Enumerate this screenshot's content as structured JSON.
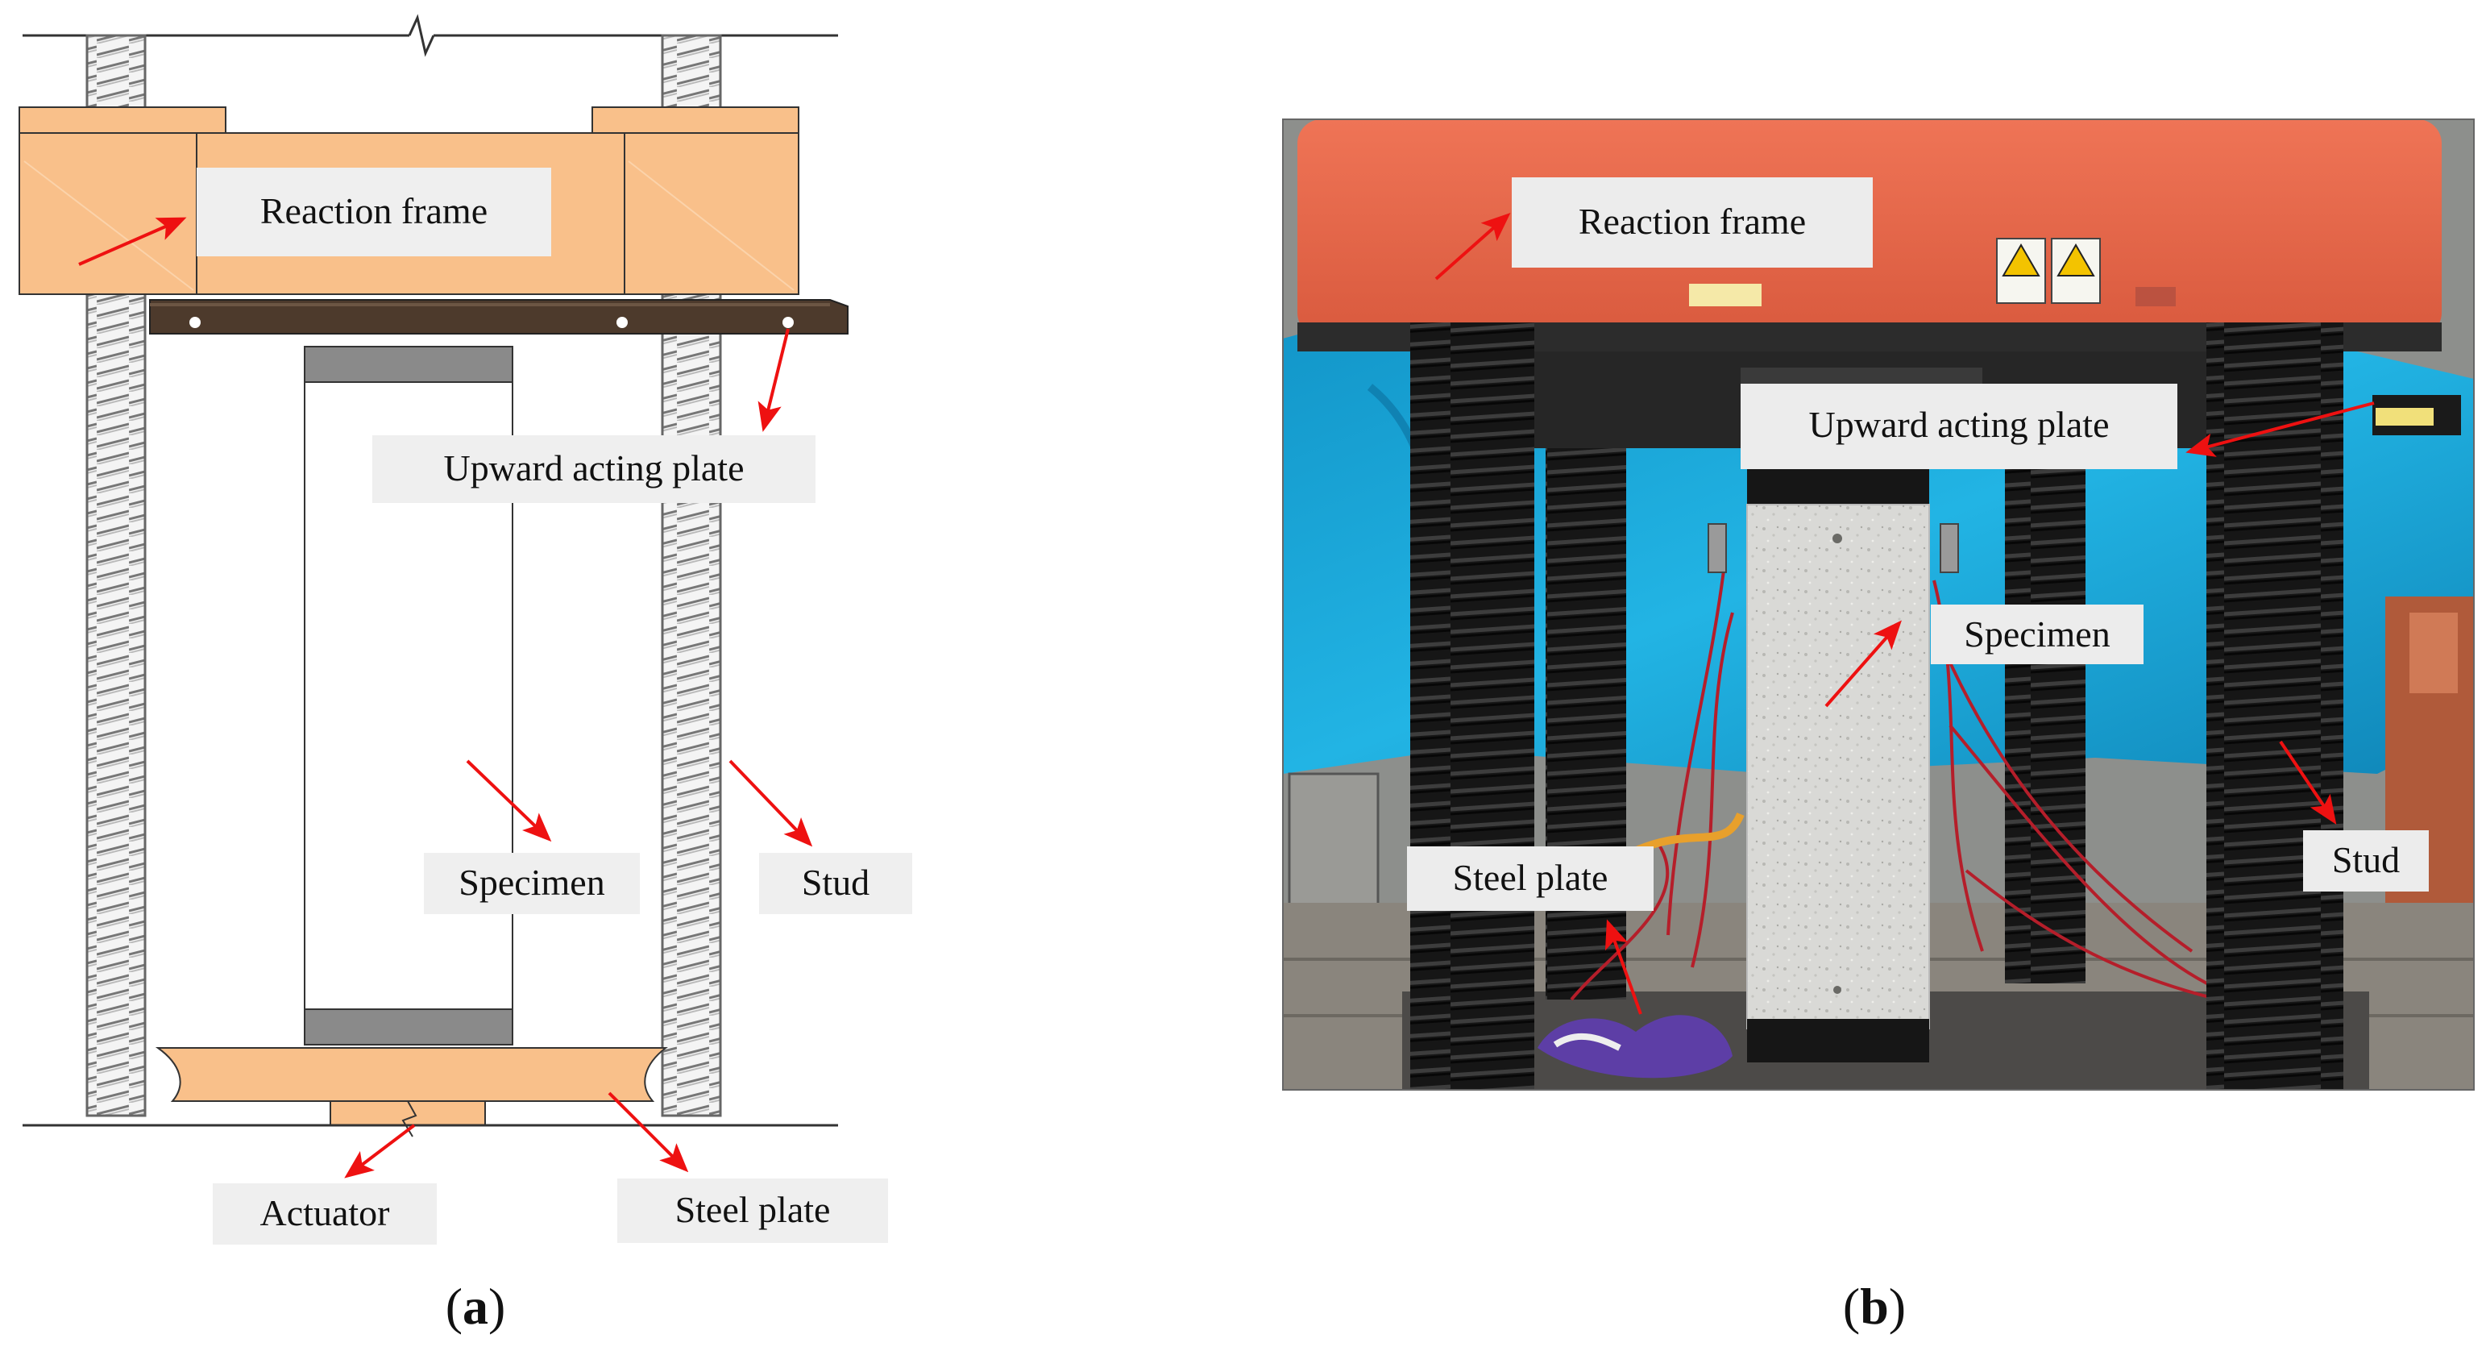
{
  "panel_a": {
    "labels": {
      "reaction_frame": "Reaction frame",
      "upward_acting_plate": "Upward acting plate",
      "specimen": "Specimen",
      "stud": "Stud",
      "actuator": "Actuator",
      "steel_plate": "Steel plate"
    },
    "caption_letter": "a"
  },
  "panel_b": {
    "labels": {
      "reaction_frame": "Reaction frame",
      "upward_acting_plate": "Upward acting plate",
      "specimen": "Specimen",
      "stud": "Stud",
      "steel_plate": "Steel plate"
    },
    "caption_letter": "b"
  },
  "colors": {
    "frame_orange": "#f9c08a",
    "plate_brown": "#4d3a2c",
    "arrow_red": "#ee1111",
    "photo_frame_red": "#e8644a",
    "tarp_blue": "#1aa7d8",
    "stud_black": "#1e1e1e"
  }
}
